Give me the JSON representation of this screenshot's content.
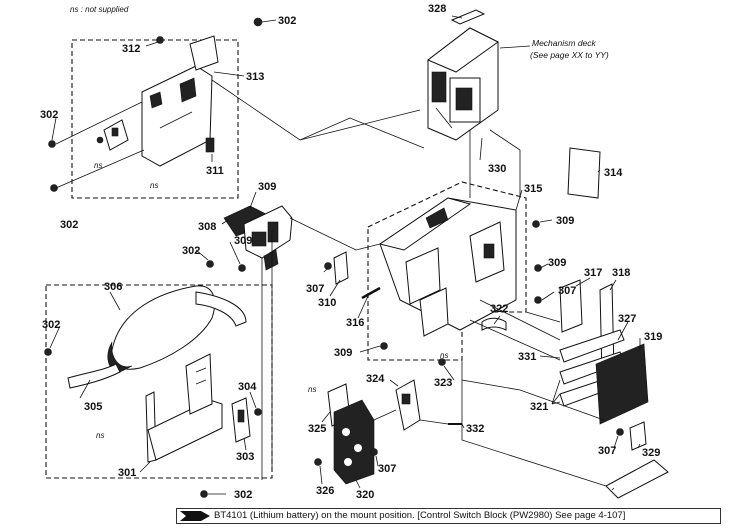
{
  "notes": {
    "legend": "ns : not supplied",
    "ns_marker": "ns",
    "mechanism_title": "Mechanism deck",
    "mechanism_ref": "(See page XX to YY)"
  },
  "callouts": [
    {
      "id": "302"
    },
    {
      "id": "312"
    },
    {
      "id": "313"
    },
    {
      "id": "302"
    },
    {
      "id": "311"
    },
    {
      "id": "302"
    },
    {
      "id": "308"
    },
    {
      "id": "309"
    },
    {
      "id": "302"
    },
    {
      "id": "309"
    },
    {
      "id": "306"
    },
    {
      "id": "302"
    },
    {
      "id": "305"
    },
    {
      "id": "304"
    },
    {
      "id": "303"
    },
    {
      "id": "301"
    },
    {
      "id": "302"
    },
    {
      "id": "307"
    },
    {
      "id": "310"
    },
    {
      "id": "316"
    },
    {
      "id": "309"
    },
    {
      "id": "328"
    },
    {
      "id": "330"
    },
    {
      "id": "314"
    },
    {
      "id": "315"
    },
    {
      "id": "309"
    },
    {
      "id": "309"
    },
    {
      "id": "307"
    },
    {
      "id": "322"
    },
    {
      "id": "317"
    },
    {
      "id": "318"
    },
    {
      "id": "327"
    },
    {
      "id": "319"
    },
    {
      "id": "331"
    },
    {
      "id": "323"
    },
    {
      "id": "321"
    },
    {
      "id": "324"
    },
    {
      "id": "325"
    },
    {
      "id": "332"
    },
    {
      "id": "307"
    },
    {
      "id": "329"
    },
    {
      "id": "307"
    },
    {
      "id": "326"
    },
    {
      "id": "320"
    }
  ],
  "footer": {
    "text": "BT4101 (Lithium battery) on the mount position. [Control Switch Block (PW2980) See page 4-107]"
  }
}
